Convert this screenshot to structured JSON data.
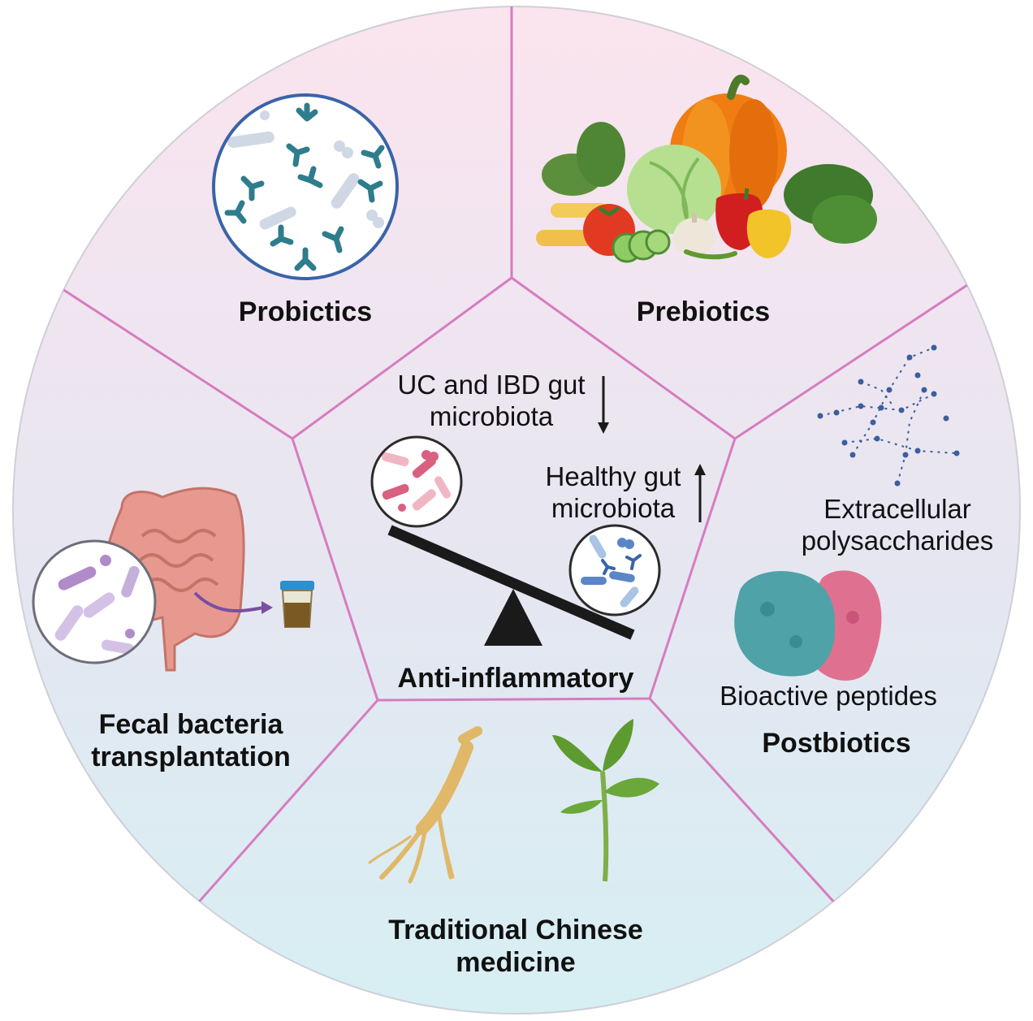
{
  "sections": {
    "probiotics": {
      "title": "Probictics",
      "icon": "probiotic-bacteria-icon"
    },
    "prebiotics": {
      "title": "Prebiotics",
      "icon": "vegetables-icon"
    },
    "postbiotics": {
      "title": "Postbiotics",
      "items": [
        {
          "lines": [
            "Extracellular",
            "polysaccharides"
          ],
          "icon": "polysaccharide-chain-icon"
        },
        {
          "lines": [
            "Bioactive peptides"
          ],
          "icon": "peptide-blob-icon"
        }
      ]
    },
    "tcm": {
      "lines": [
        "Traditional Chinese",
        "medicine"
      ],
      "icons": [
        "ginseng-root-icon",
        "herb-leaf-icon"
      ]
    },
    "fmt": {
      "lines": [
        "Fecal bacteria",
        "transplantation"
      ],
      "icons": [
        "intestine-icon",
        "stool-sample-cup-icon"
      ]
    }
  },
  "center": {
    "title": "Anti-inflammatory",
    "uc_label": [
      "UC and IBD gut",
      "microbiota"
    ],
    "uc_trend": "down",
    "healthy_label": [
      "Healthy gut",
      "microbiota"
    ],
    "healthy_trend": "up",
    "icons": [
      "balance-scale-icon",
      "harmful-bacteria-icon",
      "healthy-bacteria-icon"
    ]
  },
  "colors": {
    "top_gradient": "#fbe4ee",
    "bottom_gradient": "#d8eef3",
    "divider": "#d77cc0",
    "probiotic_circle": "#3a63a8",
    "pathogen": "#d9607f",
    "peptide_teal": "#4fa3a8",
    "peptide_pink": "#e0708f"
  }
}
